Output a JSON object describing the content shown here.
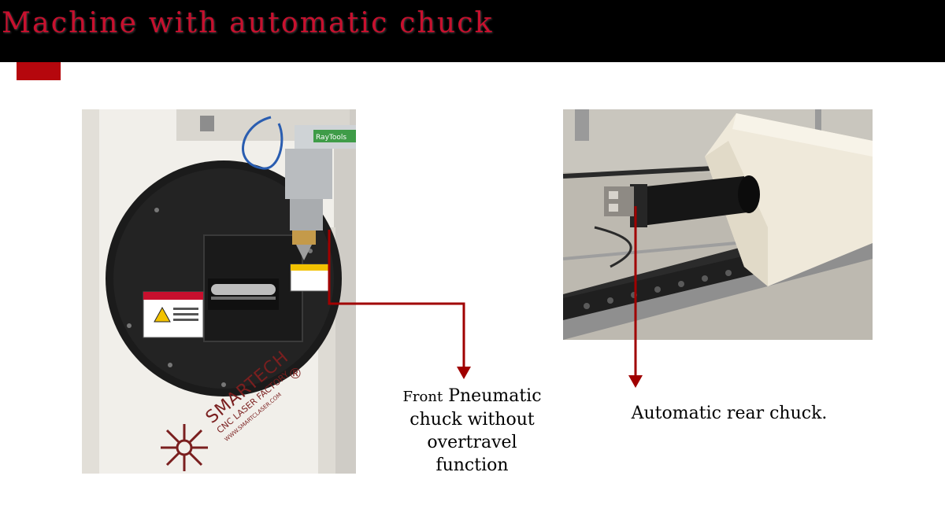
{
  "slide": {
    "title": "Machine with automatic chuck",
    "colors": {
      "header_background": "#000000",
      "title_text": "#c8102e",
      "accent_block": "#b5070d",
      "arrow": "#a00000"
    }
  },
  "photo_front": {
    "brand_label": "SMARTECH",
    "brand_mark": "®",
    "brand_sub": "CNC LASER FACTORY",
    "brand_url": "WWW.SMARTCLASER.COM",
    "head_label": "RayTools"
  },
  "captions": {
    "front_prefix": "Front",
    "front_text": "Pneumatic chuck without overtravel function",
    "rear_text": "Automatic rear chuck."
  }
}
